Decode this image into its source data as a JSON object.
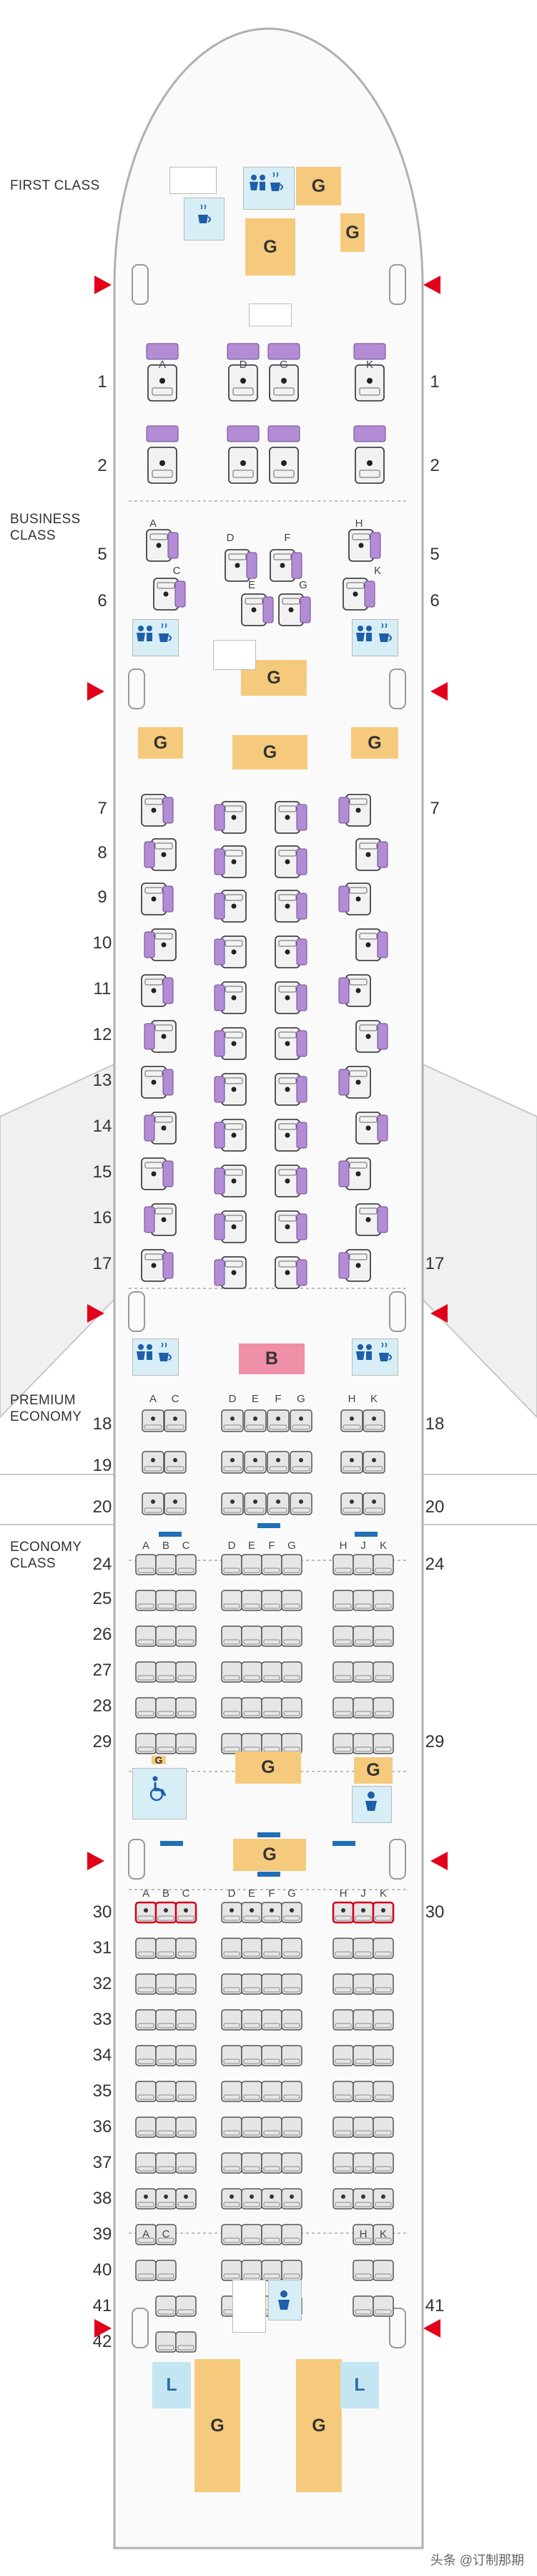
{
  "classes": [
    {
      "id": "first",
      "lines": [
        "FIRST CLASS"
      ]
    },
    {
      "id": "business",
      "lines": [
        "BUSINESS",
        "CLASS"
      ]
    },
    {
      "id": "premium",
      "lines": [
        "PREMIUM",
        "ECONOMY"
      ]
    },
    {
      "id": "economy",
      "lines": [
        "ECONOMY",
        "CLASS"
      ]
    }
  ],
  "row_labels_left": [
    "1",
    "2",
    "5",
    "6",
    "7",
    "8",
    "9",
    "10",
    "11",
    "12",
    "13",
    "14",
    "15",
    "16",
    "17",
    "18",
    "19",
    "20",
    "24",
    "25",
    "26",
    "27",
    "28",
    "29",
    "30",
    "31",
    "32",
    "33",
    "34",
    "35",
    "36",
    "37",
    "38",
    "39",
    "40",
    "41",
    "42"
  ],
  "row_labels_right": [
    "1",
    "2",
    "5",
    "6",
    "7",
    "17",
    "18",
    "20",
    "24",
    "29",
    "30",
    "41"
  ],
  "seat_letters": {
    "first": [
      "A",
      "D",
      "G",
      "K"
    ],
    "business_row5": [
      "A",
      "D",
      "F",
      "H"
    ],
    "business_row6": [
      "C",
      "E",
      "G",
      "K"
    ],
    "premium": [
      "A",
      "C",
      "D",
      "E",
      "F",
      "G",
      "H",
      "K"
    ],
    "economy": [
      "A",
      "B",
      "C",
      "D",
      "E",
      "F",
      "G",
      "H",
      "J",
      "K"
    ],
    "economy_row30": [
      "A",
      "B",
      "C",
      "D",
      "E",
      "F",
      "G",
      "H",
      "J",
      "K"
    ],
    "row39_seats": [
      "A",
      "C",
      "H",
      "K"
    ]
  },
  "facility_labels": {
    "galley": "G",
    "lavatory": "L",
    "bar": "B"
  },
  "icons": [
    "lavatory-icon",
    "coffee-icon",
    "wheelchair-icon",
    "baby-changing-icon",
    "exit-arrow-icon"
  ],
  "colors": {
    "galley": "#f6ca7d",
    "lavatory": "#c4e6f2",
    "bar": "#ef8fa8",
    "exit": "#e2001a",
    "premium_seat": "#b48cd6",
    "bassinet": "#1f6fb5",
    "extra_legroom": "#d0021b",
    "seat_fill": "#e6e6e6",
    "seat_stroke": "#555"
  },
  "watermark": "头条 @订制那期"
}
